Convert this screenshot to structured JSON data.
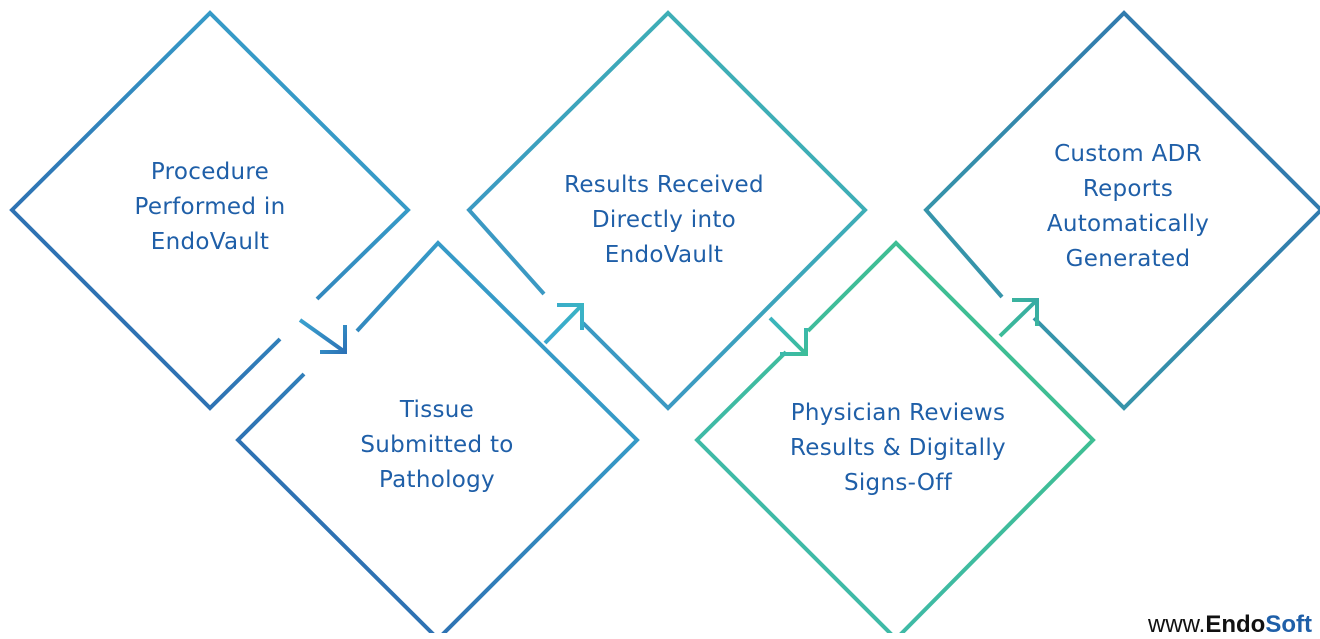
{
  "flow": {
    "steps": [
      {
        "lines": [
          "Procedure",
          "Performed in",
          "EndoVault"
        ]
      },
      {
        "lines": [
          "Tissue",
          "Submitted to",
          "Pathology"
        ]
      },
      {
        "lines": [
          "Results Received",
          "Directly into",
          "EndoVault"
        ]
      },
      {
        "lines": [
          "Physician Reviews",
          "Results & Digitally",
          "Signs-Off"
        ]
      },
      {
        "lines": [
          "Custom ADR",
          "Reports",
          "Automatically",
          "Generated"
        ]
      }
    ]
  },
  "footer": {
    "prefix": "www.",
    "brand_part1": "Endo",
    "brand_part2": "Soft"
  },
  "colors": {
    "text": "#1f5fa8",
    "gradient_start": "#2a5ea9",
    "gradient_mid": "#3aaed1",
    "gradient_end": "#3fbf8f"
  }
}
